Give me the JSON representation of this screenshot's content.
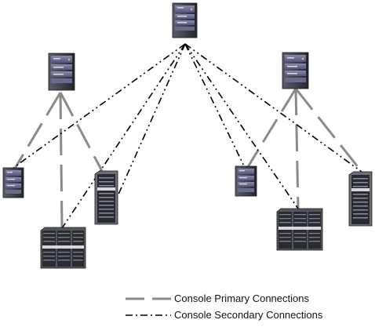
{
  "diagram": {
    "nodes": [
      {
        "id": "top-server",
        "kind": "small-server"
      },
      {
        "id": "left-hub-server",
        "kind": "small-server"
      },
      {
        "id": "right-hub-server",
        "kind": "small-server"
      },
      {
        "id": "left-small-server",
        "kind": "small-server"
      },
      {
        "id": "left-tower-server",
        "kind": "tower-server"
      },
      {
        "id": "left-rack-server",
        "kind": "rack-server"
      },
      {
        "id": "right-small-server",
        "kind": "small-server"
      },
      {
        "id": "right-rack-server",
        "kind": "rack-server"
      },
      {
        "id": "right-tower-server",
        "kind": "tower-server"
      }
    ],
    "primary_connections": [
      [
        "left-hub-server",
        "left-small-server"
      ],
      [
        "left-hub-server",
        "left-rack-server"
      ],
      [
        "left-hub-server",
        "left-tower-server"
      ],
      [
        "right-hub-server",
        "right-small-server"
      ],
      [
        "right-hub-server",
        "right-rack-server"
      ],
      [
        "right-hub-server",
        "right-tower-server"
      ]
    ],
    "secondary_connections": [
      [
        "top-server",
        "left-small-server"
      ],
      [
        "top-server",
        "left-rack-server"
      ],
      [
        "top-server",
        "left-tower-server"
      ],
      [
        "top-server",
        "right-small-server"
      ],
      [
        "top-server",
        "right-rack-server"
      ],
      [
        "top-server",
        "right-tower-server"
      ]
    ],
    "colors": {
      "primary_line": "#8a8a8a",
      "secondary_line": "#000000",
      "server_body": "#4a4d5a",
      "server_dark": "#26282f",
      "server_panel": "#6f6f92",
      "rack_stripe": "#d8d8d8"
    }
  },
  "legend": {
    "primary_label": "Console Primary Connections",
    "secondary_label": "Console Secondary Connections"
  }
}
